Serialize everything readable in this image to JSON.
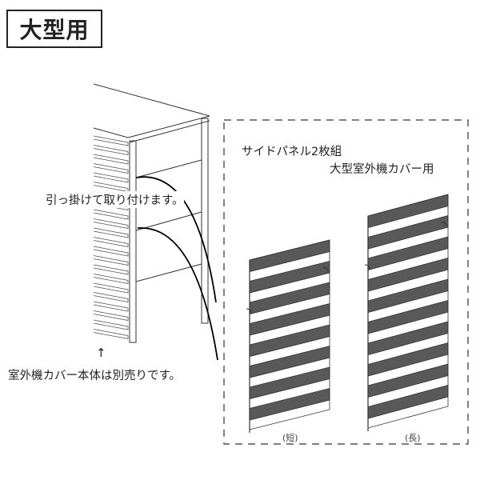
{
  "header": {
    "title": "大型用"
  },
  "annotations": {
    "hook_note": "引っ掛けて取り付けます。",
    "sold_separately": "室外機カバー本体は別売りです。",
    "arrow": "↑"
  },
  "product": {
    "line1": "サイドパネル2枚組",
    "line2": "大型室外機カバー用"
  },
  "panels": [
    {
      "label": "(短)",
      "slats": 8
    },
    {
      "label": "(長)",
      "slats": 10
    }
  ],
  "colors": {
    "slat": "#595959",
    "line": "#222222"
  }
}
